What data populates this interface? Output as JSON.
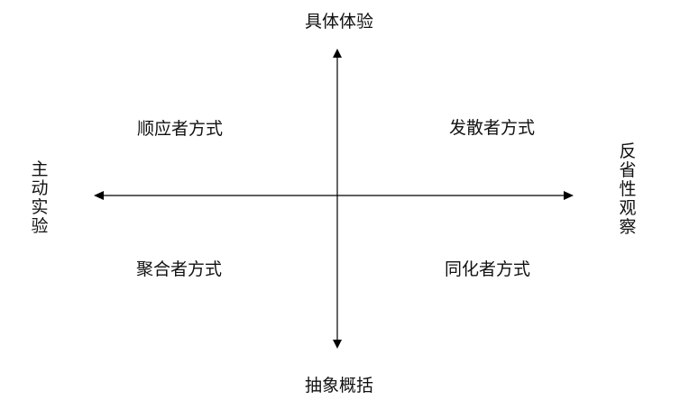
{
  "axes": {
    "top": "具体体验",
    "bottom": "抽象概括",
    "left": "主动实验",
    "right": "反省性观察"
  },
  "quadrants": {
    "top_left": "顺应者方式",
    "top_right": "发散者方式",
    "bottom_left": "聚合者方式",
    "bottom_right": "同化者方式"
  },
  "colors": {
    "line": "#000000",
    "text": "#111111",
    "background": "#ffffff"
  }
}
